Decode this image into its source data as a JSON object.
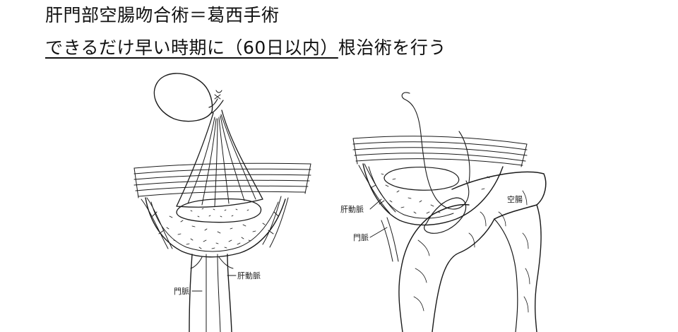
{
  "header": {
    "title": "肝門部空腸吻合術＝葛西手術",
    "subtitle_underlined": "できるだけ早い時期に（60日以内）",
    "subtitle_rest": "根治術を行う"
  },
  "left_figure": {
    "label_hepatic_artery": "肝動脈",
    "label_portal_vein": "門脈"
  },
  "right_figure": {
    "label_jejunum": "空腸",
    "label_hepatic_artery": "肝動脈",
    "label_portal_vein": "門脈"
  }
}
